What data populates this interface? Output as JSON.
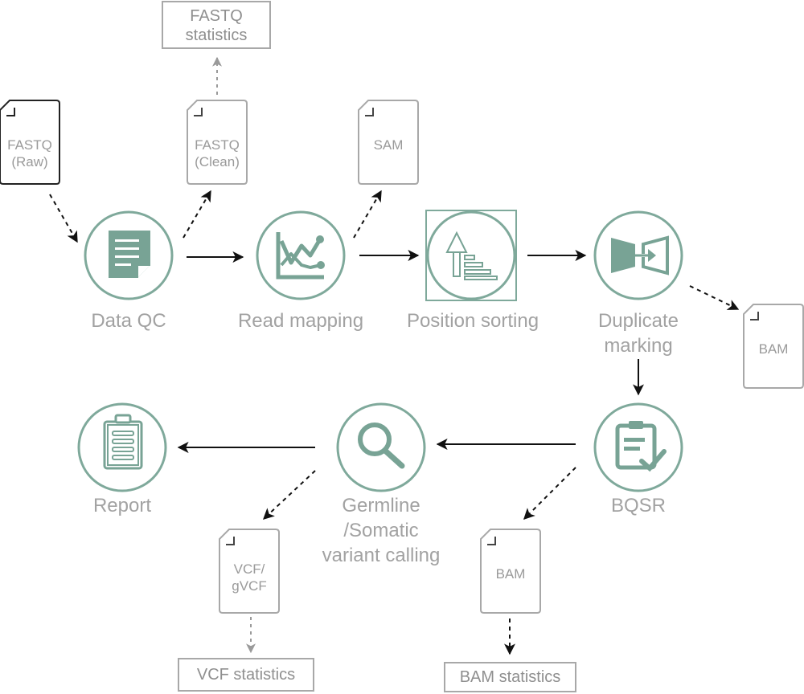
{
  "colors": {
    "accent": "#78a395",
    "node_stroke": "#7fa99b",
    "doc_stroke": "#a8a8a8",
    "text": "#a2a2a2",
    "arrow": "#111111"
  },
  "nodes": {
    "data_qc": "Data QC",
    "read_mapping": "Read mapping",
    "position_sorting": "Position sorting",
    "duplicate_marking": "Duplicate marking",
    "bqsr": "BQSR",
    "variant_calling": "Germline /Somatic variant calling",
    "report": "Report"
  },
  "node_lines": {
    "duplicate_marking": [
      "Duplicate",
      "marking"
    ],
    "variant_calling": [
      "Germline",
      "/Somatic",
      "variant calling"
    ]
  },
  "documents": {
    "fastq_raw": [
      "FASTQ",
      "(Raw)"
    ],
    "fastq_clean": [
      "FASTQ",
      "(Clean)"
    ],
    "sam": [
      "SAM"
    ],
    "bam_dup": [
      "BAM"
    ],
    "bam_bqsr": [
      "BAM"
    ],
    "vcf": [
      "VCF/",
      "gVCF"
    ]
  },
  "outputs": {
    "fastq_statistics": [
      "FASTQ",
      "statistics"
    ],
    "vcf_statistics": "VCF statistics",
    "bam_statistics": "BAM statistics"
  },
  "icons": {
    "data_qc": "document-icon",
    "read_mapping": "line-chart-icon",
    "position_sorting": "sort-arrow-icon",
    "duplicate_marking": "merge-icon",
    "bqsr": "clipboard-check-icon",
    "variant_calling": "magnifier-icon",
    "report": "clipboard-list-icon"
  }
}
